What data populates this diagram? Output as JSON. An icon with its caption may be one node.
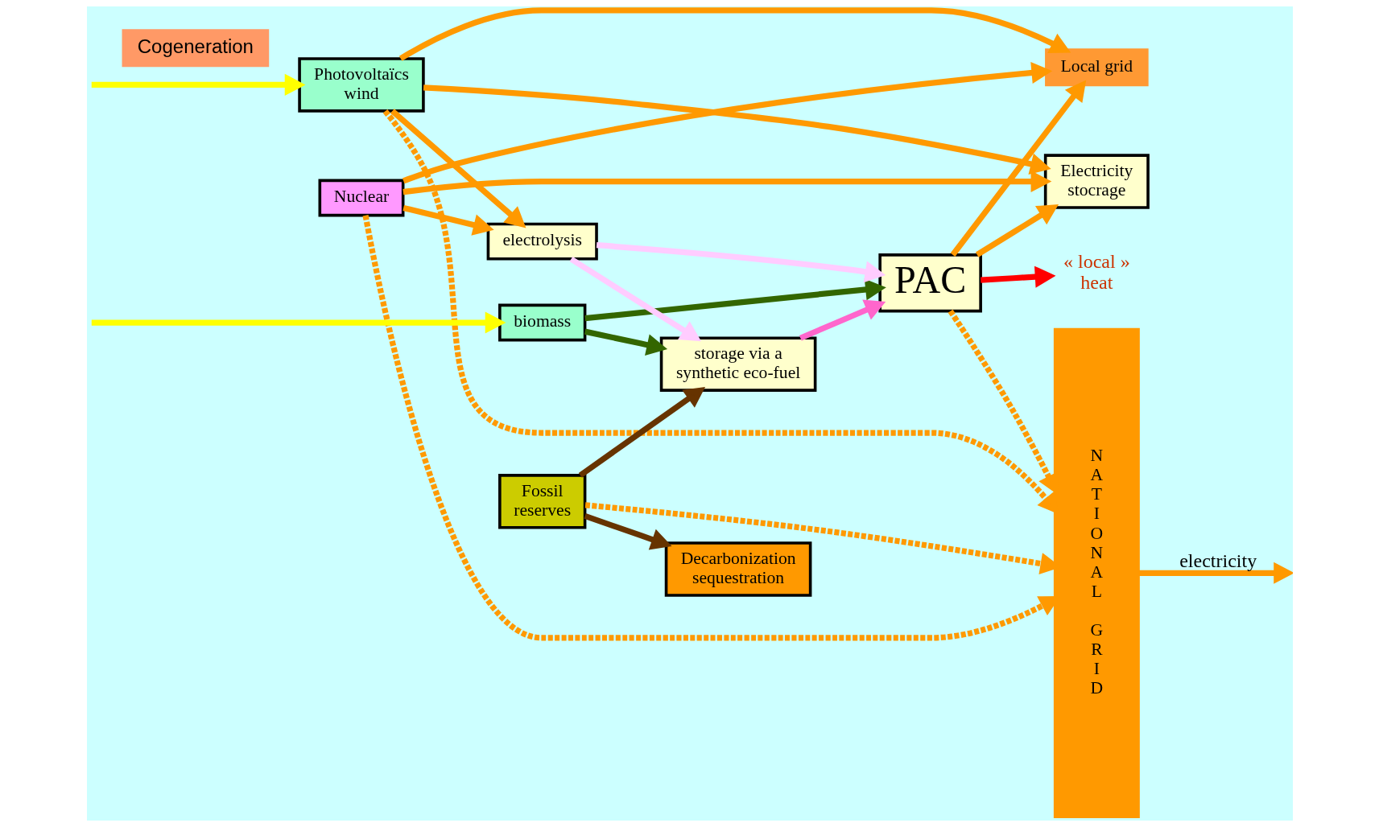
{
  "diagram": {
    "nodes": [
      {
        "text": [
          "Photovoltaïcs wind"
        ]
      },
      {
        "text": [
          "Nuclear"
        ]
      },
      {
        "text": [
          "biomass"
        ]
      },
      {
        "text": [
          "electrolysis"
        ]
      },
      {
        "text": [
          "Local grid"
        ]
      },
      {
        "text": [
          "Electricity stocrage"
        ]
      },
      {
        "text": [
          "PAC"
        ]
      },
      {
        "text": [
          "NATIONAL GRID"
        ]
      },
      {
        "text": [
          "storage via a synthetic eco-fuel"
        ]
      },
      {
        "text": [
          "Decarbonization sequestration"
        ]
      },
      {
        "text": [
          "Fossil reserves"
        ]
      },
      {
        "text": [
          "« local » heat"
        ]
      },
      {
        "text": [
          "Cogeneration"
        ]
      }
    ],
    "edges": [
      {
        "from": null,
        "to": 0,
        "arrow": "to",
        "color": "#ffff00"
      },
      {
        "from": null,
        "to": 2,
        "arrow": "to",
        "color": "#ffff00"
      },
      {
        "from": 0,
        "to": 7,
        "arrow": "to",
        "style": "dashed"
      },
      {
        "from": 1,
        "to": 7,
        "arrow": "to",
        "style": "dashed"
      },
      {
        "from": 0,
        "to": 3,
        "arrow": "to"
      },
      {
        "from": 1,
        "to": 3,
        "arrow": "to"
      },
      {
        "from": 0,
        "to": 4,
        "arrow": "to"
      },
      {
        "from": 1,
        "to": 4,
        "arrow": "to"
      },
      {
        "from": 0,
        "to": 5,
        "arrow": "to"
      },
      {
        "from": 1,
        "to": 5,
        "arrow": "to"
      },
      {
        "from": 2,
        "to": 6,
        "arrow": "to",
        "color": "#336600"
      },
      {
        "from": 2,
        "to": 8,
        "arrow": "to",
        "color": "#336600"
      },
      {
        "from": 3,
        "to": 6,
        "arrow": "to",
        "color": "#ffccff"
      },
      {
        "from": 3,
        "to": 8,
        "arrow": "to",
        "color": "#ffccff"
      },
      {
        "from": 8,
        "to": 6,
        "arrow": "to",
        "color": "#ff66cc"
      },
      {
        "from": 6,
        "to": 4,
        "arrow": "to"
      },
      {
        "from": 6,
        "to": 5,
        "arrow": "to"
      },
      {
        "from": 6,
        "to": 7,
        "arrow": "to",
        "style": "dashed"
      },
      {
        "from": 6,
        "to": 11,
        "arrow": "to",
        "color": "#ff0000"
      },
      {
        "from": 10,
        "to": 8,
        "arrow": "to",
        "color": "#663300"
      },
      {
        "from": 10,
        "to": 9,
        "arrow": "to",
        "color": "#663300"
      },
      {
        "from": 10,
        "to": 7,
        "arrow": "to",
        "style": "dashed"
      },
      {
        "from": 7,
        "to": null,
        "arrow": "to",
        "label": "electricity"
      }
    ]
  }
}
